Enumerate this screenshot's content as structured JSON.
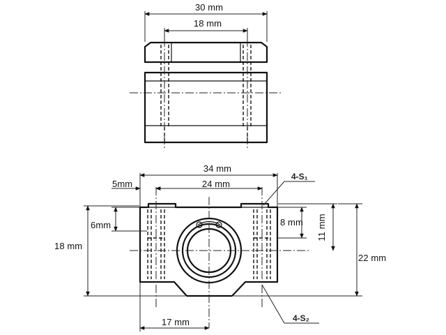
{
  "top_view": {
    "dim_overall": "30 mm",
    "dim_inner": "18 mm"
  },
  "front_view": {
    "dim_width": "34 mm",
    "dim_edge": "5mm",
    "dim_bolt_spacing": "24 mm",
    "dim_flange": "6mm",
    "dim_left_height": "18 mm",
    "dim_slot": "8 mm",
    "dim_center_height": "11 mm",
    "dim_total_height": "22 mm",
    "dim_half_width": "17 mm",
    "callout_top": "4-S₁",
    "callout_bottom": "4-S₂"
  },
  "colors": {
    "line": "#111111",
    "background": "#ffffff"
  }
}
